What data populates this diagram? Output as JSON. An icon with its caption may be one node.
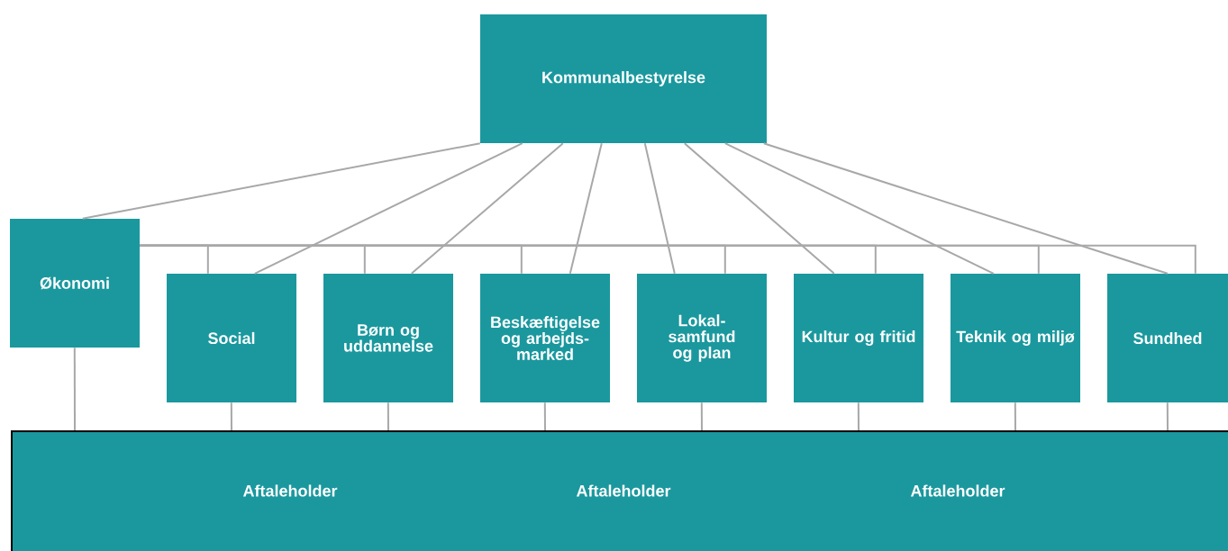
{
  "diagram": {
    "nodes": [
      {
        "text": [
          "Kommunalbestyrelse"
        ]
      },
      {
        "text": [
          "Økonomi"
        ]
      },
      {
        "text": [
          "Social"
        ]
      },
      {
        "text": [
          "Børn og uddannelse"
        ]
      },
      {
        "text": [
          "Beskæftigelse og arbejds- marked"
        ]
      },
      {
        "text": [
          "Lokal- samfund og plan"
        ]
      },
      {
        "text": [
          "Kultur og fritid"
        ]
      },
      {
        "text": [
          "Teknik og miljø"
        ]
      },
      {
        "text": [
          "Sundhed"
        ]
      },
      {
        "text": [
          "Aftaleholder",
          "Aftaleholder",
          "Aftaleholder"
        ]
      }
    ],
    "edges": [
      {
        "from": 0,
        "to": 1,
        "arrow": "none"
      },
      {
        "from": 0,
        "to": 2,
        "arrow": "none"
      },
      {
        "from": 0,
        "to": 3,
        "arrow": "none"
      },
      {
        "from": 0,
        "to": 4,
        "arrow": "none"
      },
      {
        "from": 0,
        "to": 5,
        "arrow": "none"
      },
      {
        "from": 0,
        "to": 6,
        "arrow": "none"
      },
      {
        "from": 0,
        "to": 7,
        "arrow": "none"
      },
      {
        "from": 0,
        "to": 8,
        "arrow": "none"
      },
      {
        "from": 1,
        "to": 2,
        "arrow": "none"
      },
      {
        "from": 1,
        "to": 3,
        "arrow": "none"
      },
      {
        "from": 1,
        "to": 4,
        "arrow": "none"
      },
      {
        "from": 1,
        "to": 5,
        "arrow": "none"
      },
      {
        "from": 1,
        "to": 6,
        "arrow": "none"
      },
      {
        "from": 1,
        "to": 7,
        "arrow": "none"
      },
      {
        "from": 1,
        "to": 8,
        "arrow": "none"
      },
      {
        "from": 1,
        "to": 9,
        "arrow": "none"
      },
      {
        "from": 2,
        "to": 9,
        "arrow": "none"
      },
      {
        "from": 3,
        "to": 9,
        "arrow": "none"
      },
      {
        "from": 4,
        "to": 9,
        "arrow": "none"
      },
      {
        "from": 5,
        "to": 9,
        "arrow": "none"
      },
      {
        "from": 6,
        "to": 9,
        "arrow": "none"
      },
      {
        "from": 7,
        "to": 9,
        "arrow": "none"
      },
      {
        "from": 8,
        "to": 9,
        "arrow": "none"
      }
    ]
  }
}
